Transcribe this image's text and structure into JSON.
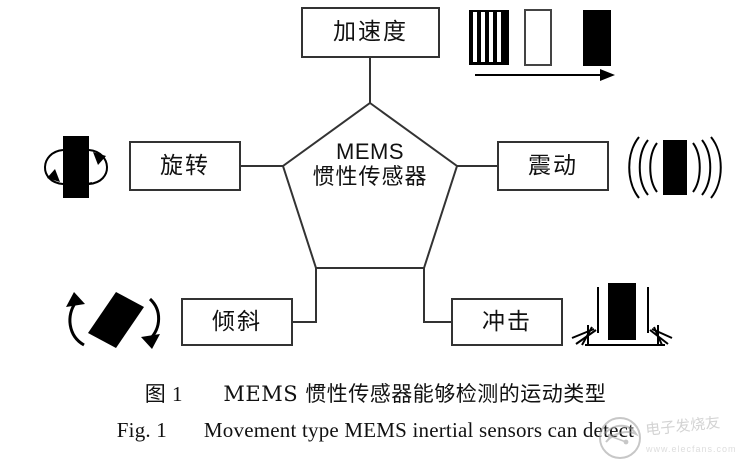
{
  "figure": {
    "center": {
      "title_en": "MEMS",
      "title_cn": "惯性传感器"
    },
    "nodes": [
      {
        "id": "acceleration",
        "label": "加速度",
        "position": "top",
        "icon": "linear-motion-blur-icon"
      },
      {
        "id": "rotation",
        "label": "旋转",
        "position": "left",
        "icon": "rotation-arrows-icon"
      },
      {
        "id": "vibration",
        "label": "震动",
        "position": "right",
        "icon": "vibration-waves-icon"
      },
      {
        "id": "tilt",
        "label": "倾斜",
        "position": "bottom-left",
        "icon": "tilt-arrows-icon"
      },
      {
        "id": "shock",
        "label": "冲击",
        "position": "bottom-right",
        "icon": "impact-burst-icon"
      }
    ],
    "colors": {
      "stroke": "#333333",
      "fill_block": "#000000",
      "background": "#ffffff",
      "text": "#111111"
    }
  },
  "caption": {
    "cn_figno": "图 1",
    "cn_text": "MEMS 惯性传感器能够检测的运动类型",
    "en_figno": "Fig. 1",
    "en_text": "Movement type MEMS inertial sensors can detect"
  },
  "watermark": {
    "brand_cn": "电子发烧友",
    "site": "www.elecfans.com"
  }
}
